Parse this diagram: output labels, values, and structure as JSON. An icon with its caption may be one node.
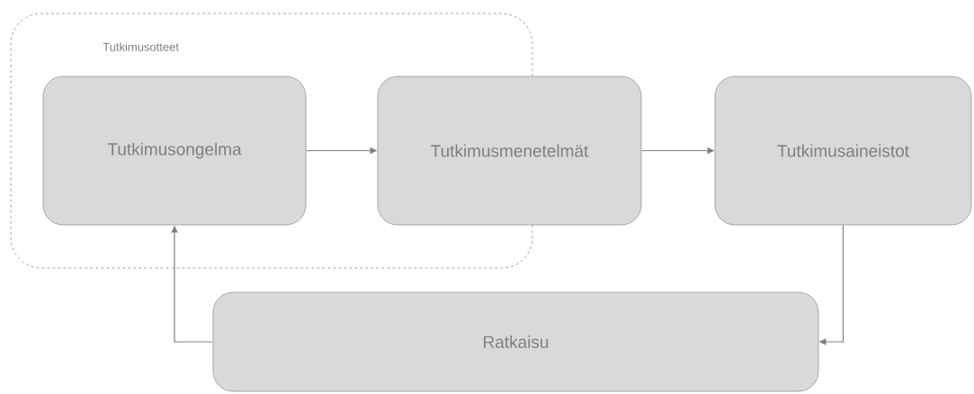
{
  "diagram": {
    "nodes": [
      {
        "text": [
          "Tutkimusotteet"
        ]
      },
      {
        "text": [
          "Tutkimusongelma"
        ],
        "in": 0
      },
      {
        "text": [
          "Tutkimusmenetelmät"
        ]
      },
      {
        "text": [
          "Tutkimusaineistot"
        ]
      },
      {
        "text": [
          "Ratkaisu"
        ]
      }
    ],
    "edges": [
      {
        "from": 1,
        "to": 2,
        "arrow": "to"
      },
      {
        "from": 2,
        "to": 3,
        "arrow": "to"
      },
      {
        "from": 3,
        "to": 4,
        "arrow": "to"
      },
      {
        "from": 4,
        "to": 1,
        "arrow": "to"
      }
    ]
  }
}
